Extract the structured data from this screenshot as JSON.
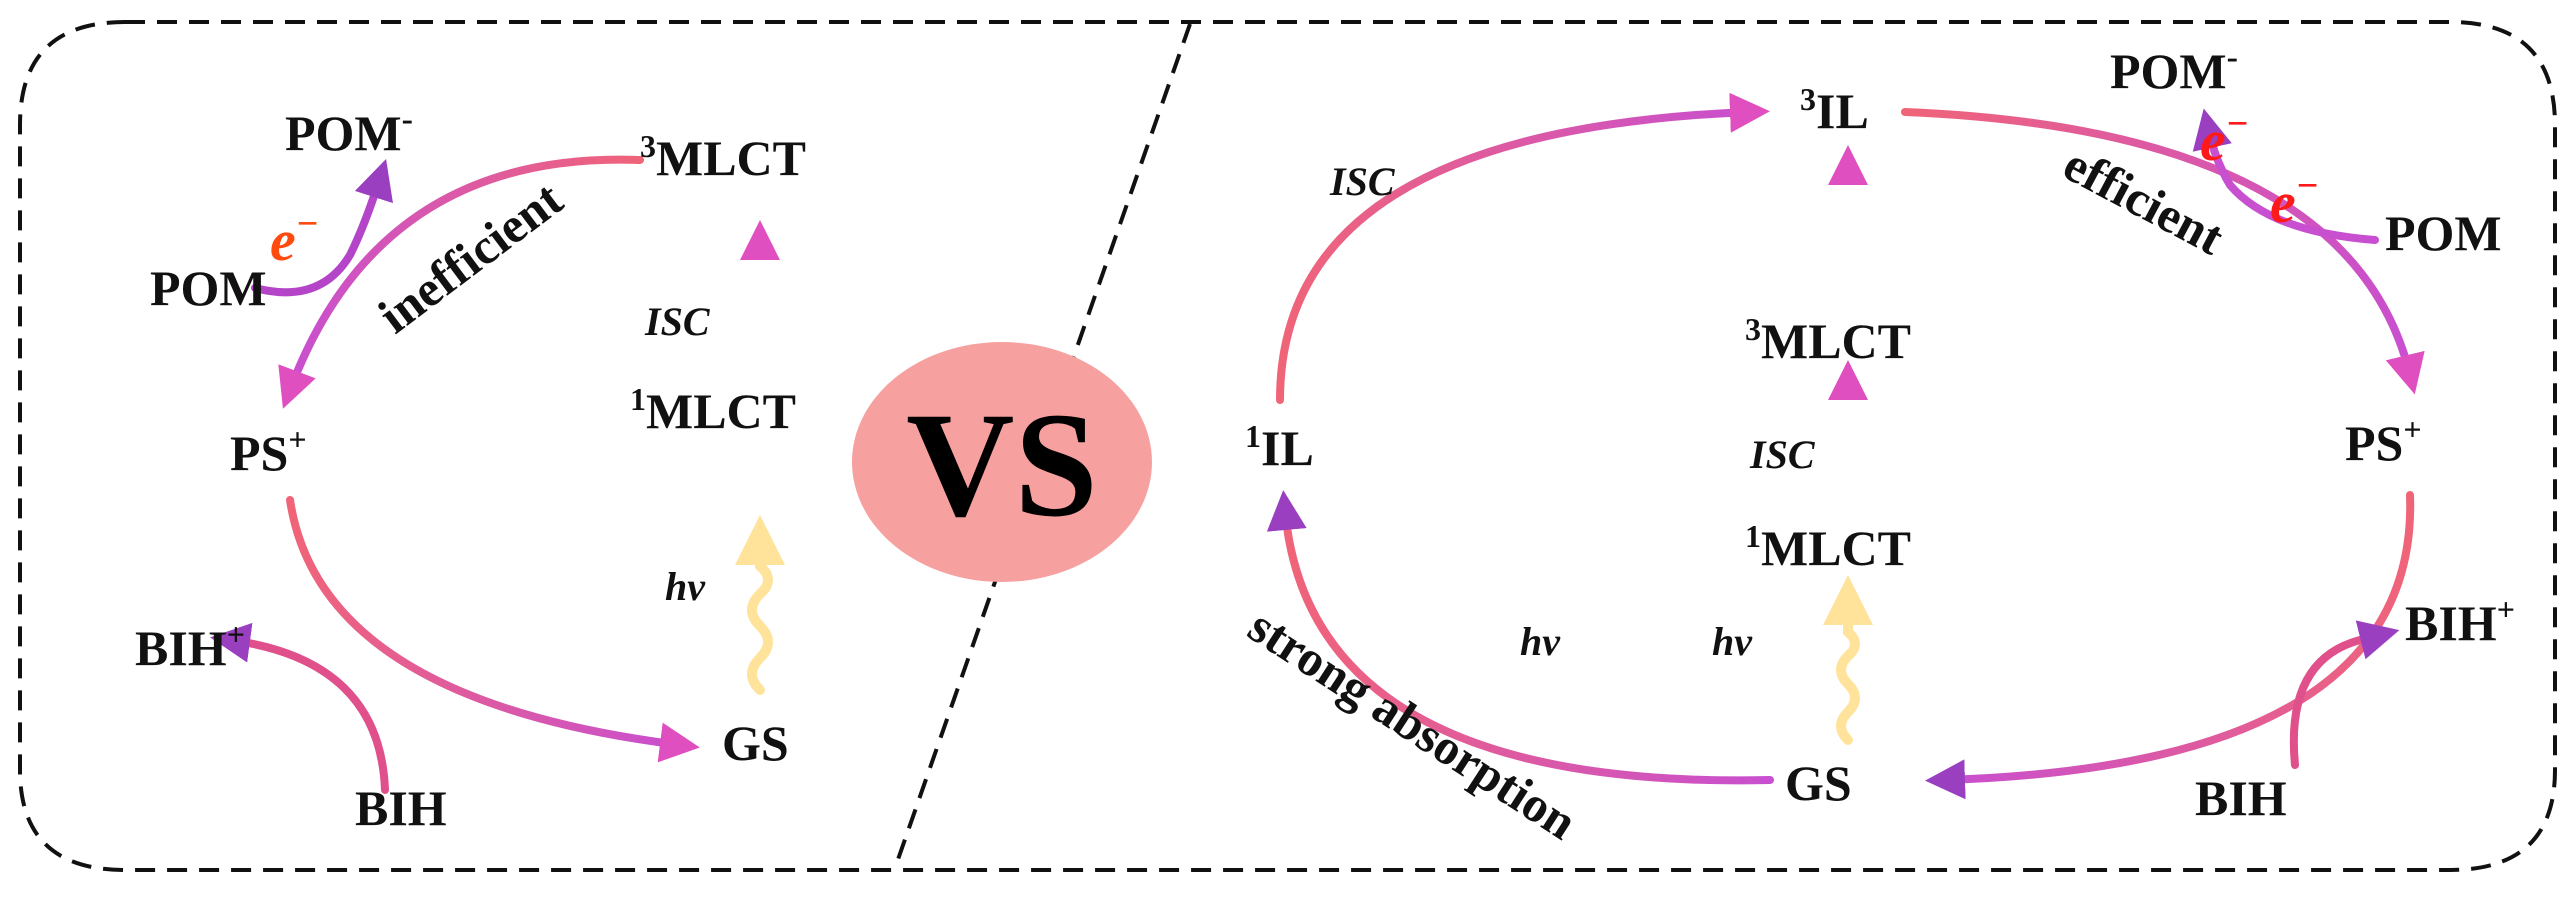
{
  "colors": {
    "arrow_pink": "#f05a8c",
    "arrow_magenta": "#e04fc0",
    "arrow_purple": "#9a3fc0",
    "arrow_coral": "#f06478",
    "electron_red": "#ff1a1a",
    "electron_orange": "#ff4a10",
    "vs_fill": "#f7a0a0",
    "light_yellow": "#ffe39a",
    "frame": "#111111"
  },
  "left": {
    "mlct3": {
      "sup": "3",
      "main": "MLCT"
    },
    "mlct1": {
      "sup": "1",
      "main": "MLCT"
    },
    "pom_minus": {
      "main": "POM",
      "sup": "-"
    },
    "pom": "POM",
    "electron": {
      "main": "e",
      "sup": "−"
    },
    "inefficient": "inefficient",
    "ps_plus": {
      "main": "PS",
      "sup": "+"
    },
    "isc": "ISC",
    "hv": "hv",
    "bih_plus": {
      "main": "BIH",
      "sup": "+"
    },
    "bih": "BIH",
    "gs": "GS"
  },
  "vs_label": "VS",
  "right": {
    "il3": {
      "sup": "3",
      "main": "IL"
    },
    "il1": {
      "sup": "1",
      "main": "IL"
    },
    "isc_top": "ISC",
    "mlct3": {
      "sup": "3",
      "main": "MLCT"
    },
    "mlct1": {
      "sup": "1",
      "main": "MLCT"
    },
    "isc_mid": "ISC",
    "pom_minus": {
      "main": "POM",
      "sup": "-"
    },
    "pom": "POM",
    "electron_1": {
      "main": "e",
      "sup": "−"
    },
    "electron_2": {
      "main": "e",
      "sup": "−"
    },
    "efficient": "efficient",
    "ps_plus": {
      "main": "PS",
      "sup": "+"
    },
    "hv_left": "hv",
    "hv_right": "hv",
    "strong_absorption": "strong absorption",
    "bih_plus": {
      "main": "BIH",
      "sup": "+"
    },
    "bih": "BIH",
    "gs": "GS"
  }
}
